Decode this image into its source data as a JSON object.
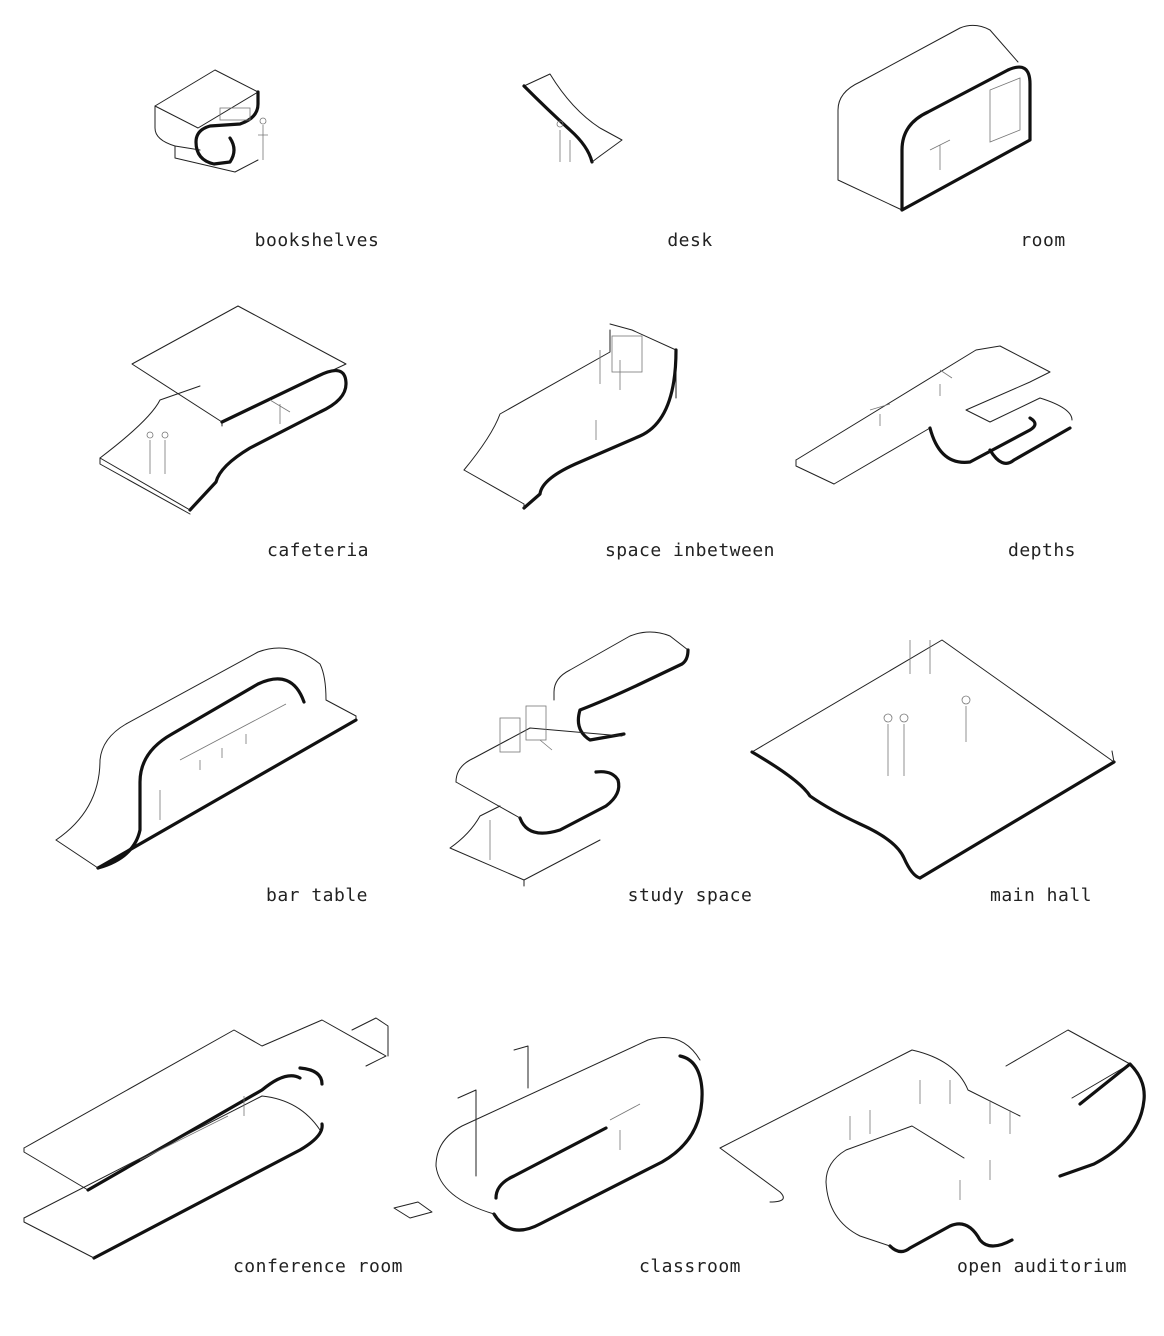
{
  "labels": {
    "bookshelves": "bookshelves",
    "desk": "desk",
    "room": "room",
    "cafeteria": "cafeteria",
    "space_inbetween": "space inbetween",
    "depths": "depths",
    "bar_table": "bar table",
    "study_space": "study space",
    "main_hall": "main hall",
    "conference_room": "conference room",
    "classroom": "classroom",
    "open_auditorium": "open auditorium"
  }
}
